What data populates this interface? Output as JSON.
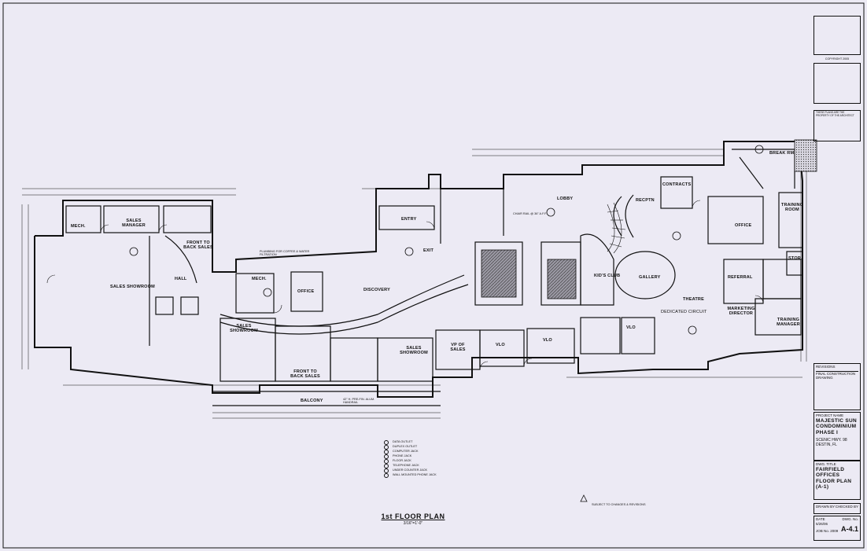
{
  "drawing": {
    "title": "1st FLOOR PLAN",
    "scale": "3/16\"=1'-0\""
  },
  "rooms": {
    "mech_left": "MECH.",
    "sales_manager": "SALES MANAGER",
    "front_to_back_sales_1": "FRONT TO BACK SALES",
    "sales_showroom_left": "SALES SHOWROOM",
    "mech_mid": "MECH.",
    "office_mid": "OFFICE",
    "discovery": "DISCOVERY",
    "sales_showroom_2": "SALES SHOWROOM",
    "front_to_back_sales_2": "FRONT TO BACK SALES",
    "sales_showroom_3": "SALES SHOWROOM",
    "balcony": "BALCONY",
    "entry": "ENTRY",
    "lobby": "LOBBY",
    "kids_club": "KID'S CLUB",
    "gallery": "GALLERY",
    "contracts": "CONTRACTS",
    "reception": "RECPTN",
    "office_right": "OFFICE",
    "break_rm": "BREAK RM.",
    "training_room": "TRAINING ROOM",
    "stor": "STOR.",
    "referral": "REFERRAL",
    "marketing_director": "MARKETING DIRECTOR",
    "training_manager": "TRAINING MANAGER",
    "vp_of_sales": "VP OF SALES",
    "vlo_1": "VLO",
    "vlo_2": "VLO",
    "vlo_3": "VLO",
    "theatre": "THEATRE",
    "dedicated_circuit": "DEDICATED CIRCUIT",
    "exit": "EXIT",
    "hall": "HALL"
  },
  "title_block": {
    "copyright": "COPYRIGHT 2005",
    "revisions": "REVISIONS",
    "revision_1": "FINAL CONSTRUCTION DRAWING",
    "project_name_label": "PROJECT NAME",
    "project_name": "MAJESTIC SUN CONDOMINIUM PHASE I",
    "address": "SCENIC HWY. 98 DESTIN, FL",
    "dwg_title_label": "DWG. TITLE",
    "dwg_title": "FAIRFIELD OFFICES FLOOR PLAN (A-1)",
    "drawn_by": "DRAWN BY",
    "checked_by": "CHECKED BY",
    "date_label": "DATE",
    "date": "5/26/06",
    "dwg_no_label": "DWG. No.",
    "job_label": "JOB No.",
    "job_no": "2009",
    "sheet_no": "A-4.1"
  },
  "legend": [
    "DATA OUTLET",
    "DUPLEX OUTLET",
    "COMPUTER JACK",
    "PHONE JACK",
    "FLOOR JACK",
    "TELEPHONE JACK",
    "UNDER COUNTER JACK",
    "WALL MOUNTED PHONE JACK"
  ],
  "notes": {
    "plumbing": "PLUMBING FOR COFFEE & WATER FILTRATION",
    "railing": "42\" H. PRE-FIN. ALUM. HANDRAIL",
    "chair_rail": "CHAIR RAIL @ 36\" A.F.F.",
    "subject": "SUBJECT TO CHANGES & REVISIONS",
    "sheet_note": "THESE PLANS ARE THE PROPERTY OF THE ARCHITECT"
  }
}
